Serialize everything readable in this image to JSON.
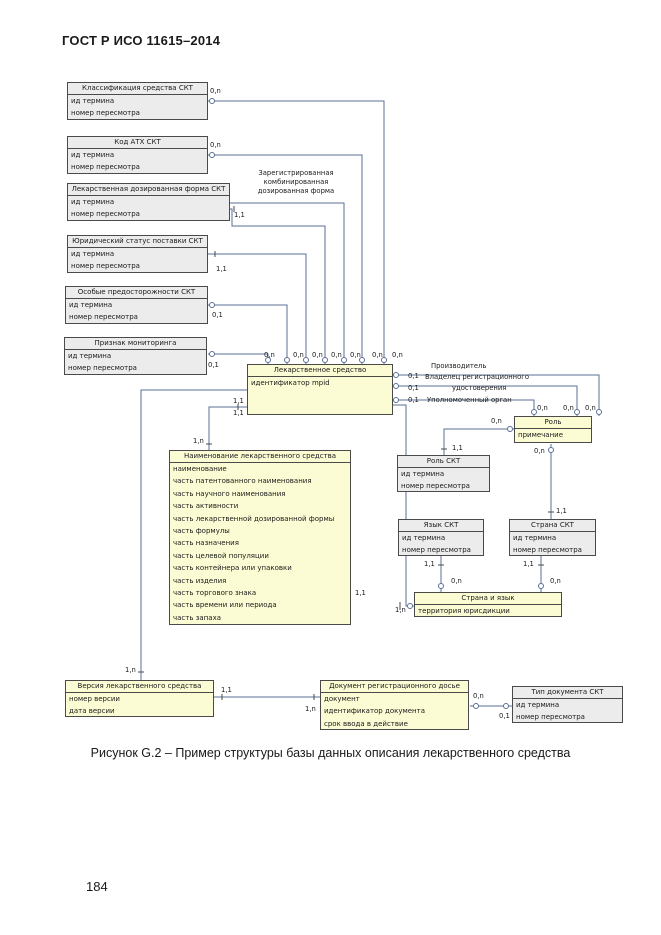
{
  "header": "ГОСТ Р ИСО 11615–2014",
  "entities": {
    "classification": {
      "title": "Классификация средства СКТ",
      "fields": [
        "ид термина",
        "номер пересмотра"
      ]
    },
    "atc": {
      "title": "Код АТХ СКТ",
      "fields": [
        "ид термина",
        "номер пересмотра"
      ]
    },
    "dose_form": {
      "title": "Лекарственная дозированная форма СКТ",
      "fields": [
        "ид термина",
        "номер пересмотра"
      ]
    },
    "legal_status": {
      "title": "Юридический статус поставки СКТ",
      "fields": [
        "ид термина",
        "номер пересмотра"
      ]
    },
    "precautions": {
      "title": "Особые предосторожности СКТ",
      "fields": [
        "ид термина",
        "номер пересмотра"
      ]
    },
    "monitoring": {
      "title": "Признак мониторинга",
      "fields": [
        "ид термина",
        "номер пересмотра"
      ]
    },
    "product": {
      "title": "Лекарственное средство",
      "fields": [
        "идентификатор mpid"
      ]
    },
    "role": {
      "title": "Роль",
      "fields": [
        "примечание"
      ]
    },
    "role_skt": {
      "title": "Роль СКТ",
      "fields": [
        "ид термина",
        "номер пересмотра"
      ]
    },
    "name": {
      "title": "Наименование лекарственного средства",
      "fields": [
        "наименование",
        "часть патентованного наименования",
        "часть научного наименования",
        "часть активности",
        "часть лекарственной дозированной формы",
        "часть  формулы",
        "часть  назначения",
        "часть  целевой популяции",
        "часть  контейнера или упаковки",
        "часть  изделия",
        "часть  торгового знака",
        "часть  времени или периода",
        "часть  запаха"
      ]
    },
    "language": {
      "title": "Язык СКТ",
      "fields": [
        "ид термина",
        "номер пересмотра"
      ]
    },
    "country": {
      "title": "Страна  СКТ",
      "fields": [
        "ид термина",
        "номер пересмотра"
      ]
    },
    "country_lang": {
      "title": "Страна и язык",
      "fields": [
        "территория юрисдикции"
      ]
    },
    "version": {
      "title": "Версия лекарственного средства",
      "fields": [
        "номер версии",
        "дата версии"
      ]
    },
    "dossier": {
      "title": "Документ регистрационного досье",
      "fields": [
        "документ",
        "идентификатор документа",
        "срок ввода в действие"
      ]
    },
    "doc_type": {
      "title": "Тип документа  СКТ",
      "fields": [
        "ид термина",
        "номер пересмотра"
      ]
    }
  },
  "labels": {
    "registered_combo": [
      "Зарегистрированная",
      "комбинированная",
      "дозированная форма"
    ],
    "manufacturer": "Производитель",
    "holder": [
      "Владелец регистрационного",
      "удостоверения"
    ],
    "authorized_body": "Уполномоченный орган",
    "c_0n": "0,n",
    "c_01": "0,1",
    "c_11": "1,1",
    "c_1n": "1,n"
  },
  "caption": "Рисунок G.2 – Пример структуры базы данных описания лекарственного средства",
  "page_number": "184"
}
